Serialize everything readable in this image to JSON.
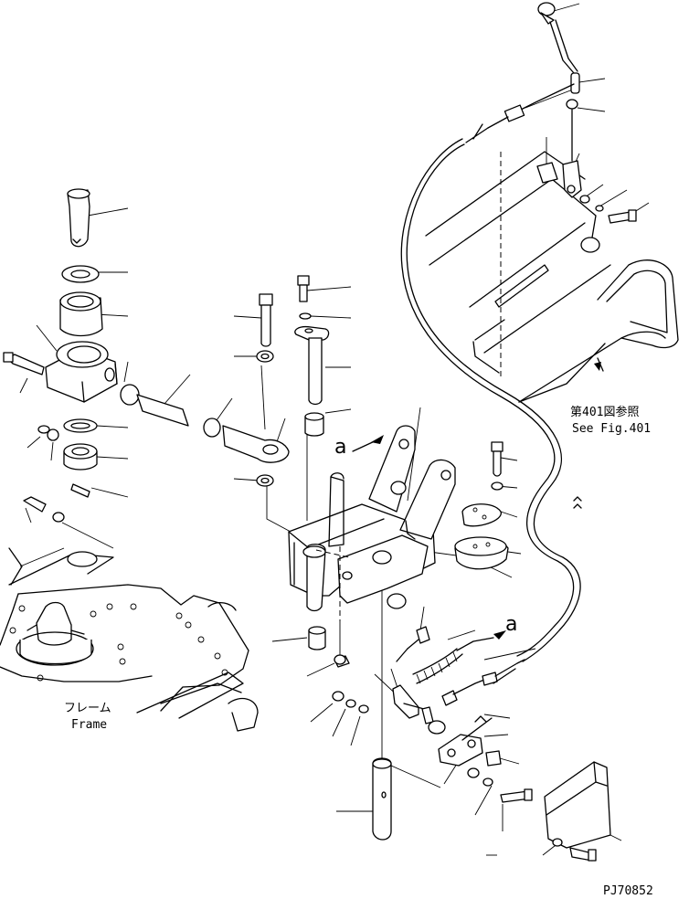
{
  "labels": {
    "frame_jp": "フレーム",
    "frame_en": "Frame",
    "ref_jp": "第401図参照",
    "ref_en": "See Fig.401",
    "view_a_1": "a",
    "view_a_2": "a",
    "code": "PJ70852"
  }
}
